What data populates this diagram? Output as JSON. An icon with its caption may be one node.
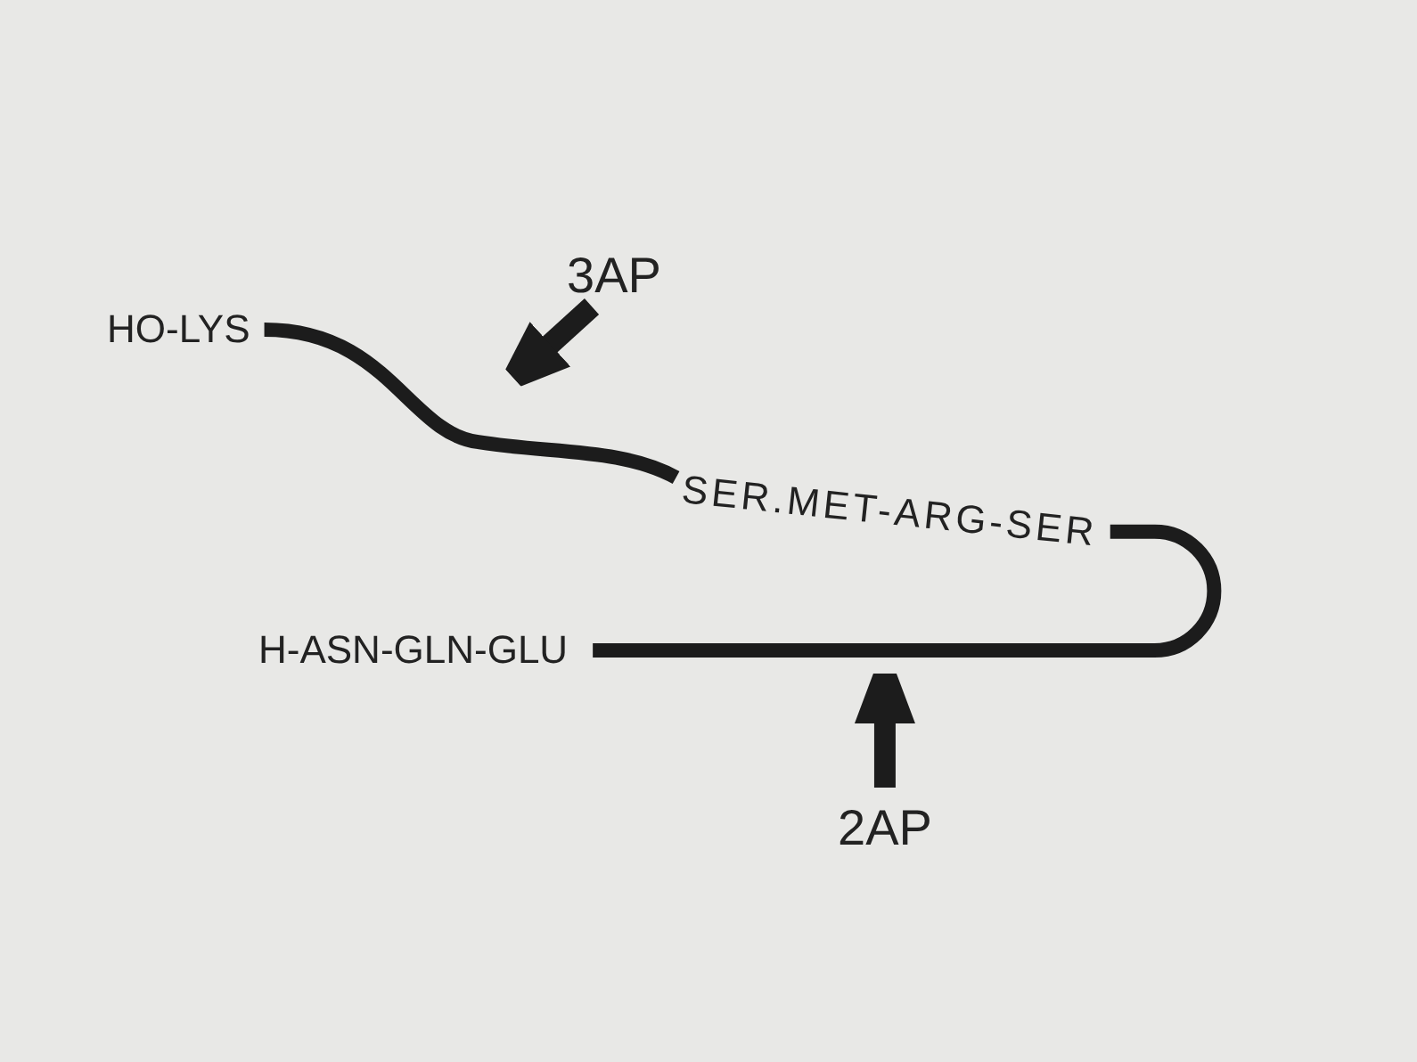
{
  "diagram": {
    "nodes": [
      {
        "text": [
          "HO-LYS"
        ]
      },
      {
        "text": [
          "SER.MET-ARG-SER"
        ]
      },
      {
        "text": [
          "H-ASN-GLN-GLU"
        ]
      },
      {
        "text": [
          "3AP"
        ]
      },
      {
        "text": [
          "2AP"
        ]
      }
    ],
    "edges": [
      {
        "from": 0,
        "to": 1,
        "arrow": "none"
      },
      {
        "from": 1,
        "to": 2,
        "arrow": "none"
      },
      {
        "from": 3,
        "to": null,
        "arrow": "to"
      },
      {
        "from": 4,
        "to": null,
        "arrow": "to"
      }
    ]
  }
}
